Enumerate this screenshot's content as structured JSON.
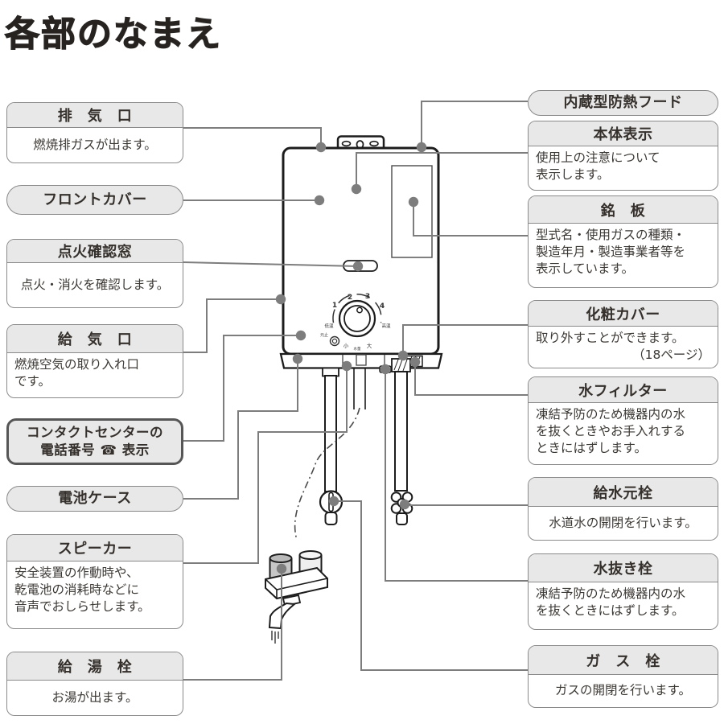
{
  "page_title": "各部のなまえ",
  "colors": {
    "label_fill": "#e8e8e8",
    "label_border": "#8a8a8a",
    "contact_border": "#565656",
    "connector_line": "#7d7d7d",
    "outline_black": "#1c1c1c",
    "text": "#35302c"
  },
  "labels": {
    "left": [
      {
        "title": "排　気　口",
        "desc": "燃焼排ガスが出ます。"
      },
      {
        "title": "フロントカバー"
      },
      {
        "title": "点火確認窓",
        "desc": "点火・消火を確認します。"
      },
      {
        "title": "給　気　口",
        "desc_lines": [
          "燃焼空気の取り入れ口",
          "です。"
        ]
      },
      {
        "line1": "コンタクトセンターの",
        "line2": "電話番号 ☎ 表示"
      },
      {
        "title": "電池ケース"
      },
      {
        "title": "スピーカー",
        "desc_lines": [
          "安全装置の作動時や、",
          "乾電池の消耗時などに",
          "音声でおしらせします。"
        ]
      },
      {
        "title": "給　湯　栓",
        "desc": "お湯が出ます。"
      }
    ],
    "right": [
      {
        "title": "内蔵型防熱フード"
      },
      {
        "title": "本体表示",
        "desc_lines": [
          "使用上の注意について",
          "表示します。"
        ]
      },
      {
        "title": "銘　板",
        "desc_lines": [
          "型式名・使用ガスの種類・",
          "製造年月・製造事業者等を",
          "表示しています。"
        ]
      },
      {
        "title": "化粧カバー",
        "desc": "取り外すことができます。",
        "desc2": "（18ページ）"
      },
      {
        "title": "水フィルター",
        "desc_lines": [
          "凍結予防のため機器内の水",
          "を抜くときやお手入れする",
          "ときにはずします。"
        ]
      },
      {
        "title": "給水元栓",
        "desc": "水道水の開閉を行います。"
      },
      {
        "title": "水抜き栓",
        "desc_lines": [
          "凍結予防のため機器内の水",
          "を抜くときにはずします。"
        ]
      },
      {
        "title": "ガ　ス　栓",
        "desc": "ガスの開閉を行います。"
      }
    ]
  },
  "diagram": {
    "dial": {
      "numbers": [
        "1",
        "2",
        "3",
        "4"
      ],
      "low": "低温",
      "high": "高温",
      "button": "元止",
      "flow_min": "小",
      "flow_label": "水量",
      "flow_max": "大"
    }
  }
}
